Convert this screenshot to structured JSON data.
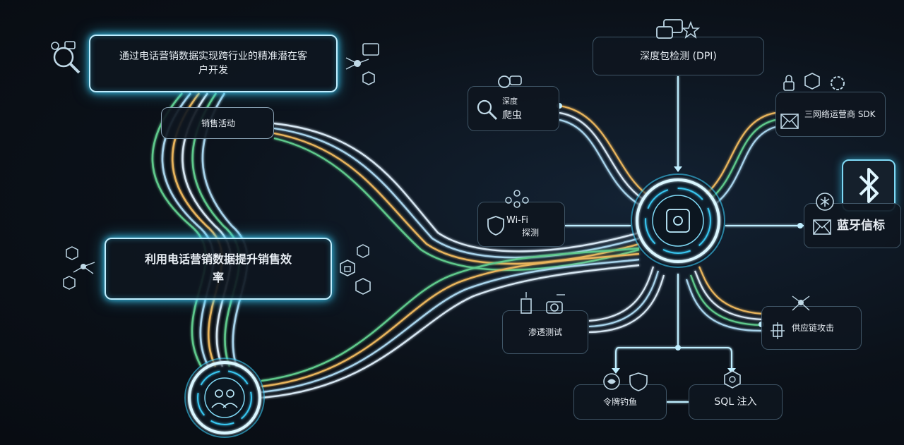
{
  "left": {
    "top_card": "通过电话营销数据实现跨行业的精准潜在客户开发",
    "sales_tag": "销售活动",
    "efficiency_card": "利用电话营销数据提升销售效率"
  },
  "right": {
    "dpi": "深度包检测 (DPI)",
    "crawler_line1": "深度",
    "crawler_line2": "爬虫",
    "carrier_sdk": "三网络运营商 SDK",
    "wifi_line1": "Wi-Fi",
    "wifi_line2": "探测",
    "bluetooth": "蓝牙信标",
    "pentest": "渗透测试",
    "supply_chain": "供应链攻击",
    "token_phishing": "令牌钓鱼",
    "sql_injection": "SQL 注入"
  },
  "colors": {
    "glow": "#39c6f0",
    "wire_orange": "#e8b45c",
    "wire_green": "#5ec98b",
    "wire_blue": "#a8d4ec",
    "wire_white": "#d6e6f2"
  },
  "icons": [
    "magnifier-gear-icon",
    "network-node-icon",
    "hex-group-icon",
    "people-hub-icon",
    "target-hub-icon",
    "bluetooth-icon",
    "shield-icon",
    "mail-icon",
    "bug-icon",
    "gear-icon"
  ]
}
